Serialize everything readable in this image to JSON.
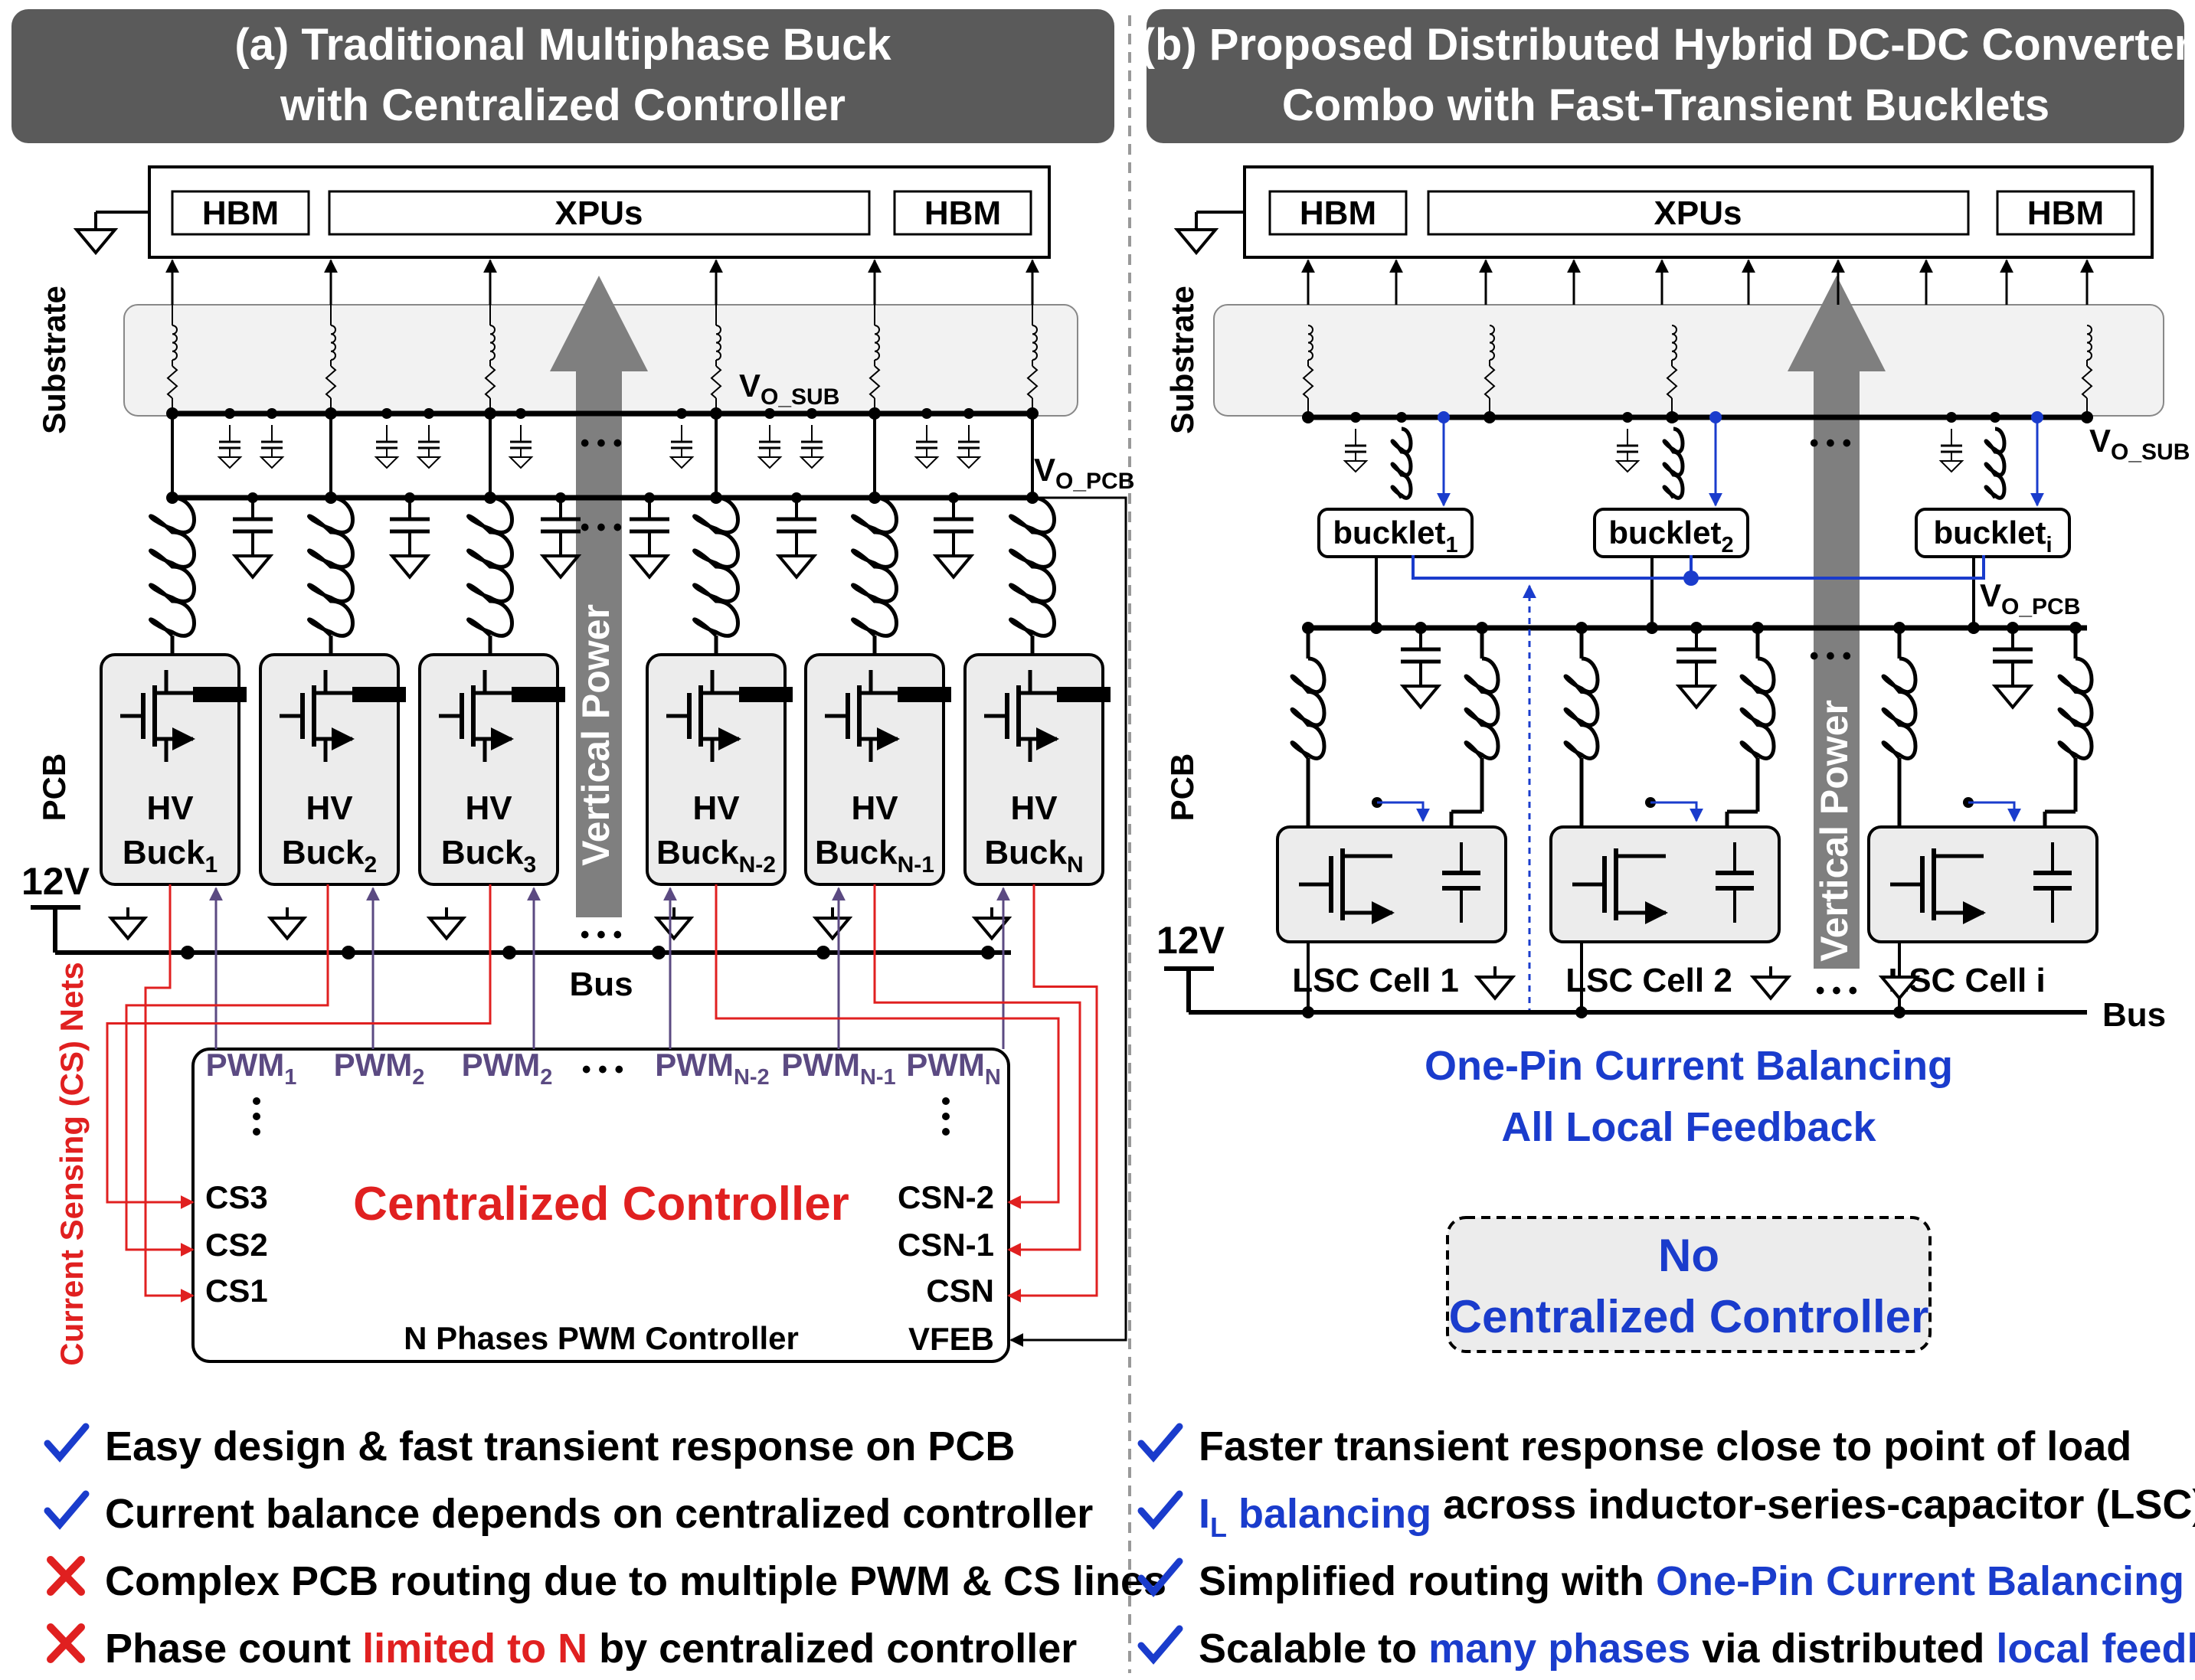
{
  "left": {
    "title_line1": "(a) Traditional Multiphase Buck",
    "title_line2": "with Centralized Controller",
    "chip": {
      "hbm_left": "HBM",
      "xpus": "XPUs",
      "hbm_right": "HBM"
    },
    "substrate_label": "Substrate",
    "pcb_label": "PCB",
    "v12_label": "12V",
    "vo_sub": {
      "main": "V",
      "sub": "O_SUB"
    },
    "vo_pcb": {
      "main": "V",
      "sub": "O_PCB"
    },
    "vertical_power": "Vertical Power",
    "bus_label": "Bus",
    "cs_nets_label": "Current Sensing  (CS) Nets",
    "ellipsis": "• • •",
    "bucks": [
      {
        "hv": "HV",
        "name": "Buck",
        "sub": "1"
      },
      {
        "hv": "HV",
        "name": "Buck",
        "sub": "2"
      },
      {
        "hv": "HV",
        "name": "Buck",
        "sub": "3"
      },
      {
        "hv": "HV",
        "name": "Buck",
        "sub": "N-2"
      },
      {
        "hv": "HV",
        "name": "Buck",
        "sub": "N-1"
      },
      {
        "hv": "HV",
        "name": "Buck",
        "sub": "N"
      }
    ],
    "controller": {
      "title": "Centralized Controller",
      "subtitle": "N Phases PWM Controller",
      "pwm": [
        {
          "main": "PWM",
          "sub": "1"
        },
        {
          "main": "PWM",
          "sub": "2"
        },
        {
          "main": "PWM",
          "sub": "2"
        },
        {
          "main": "PWM",
          "sub": "N-2"
        },
        {
          "main": "PWM",
          "sub": "N-1"
        },
        {
          "main": "PWM",
          "sub": "N"
        }
      ],
      "cs_left": [
        "CS3",
        "CS2",
        "CS1"
      ],
      "cs_right": [
        "CSN-2",
        "CSN-1",
        "CSN"
      ],
      "vfeb": "VFEB"
    },
    "bullets": [
      {
        "mark": "check",
        "parts": [
          {
            "text": "Easy design & fast transient response on PCB",
            "color": "#000000"
          }
        ]
      },
      {
        "mark": "check",
        "parts": [
          {
            "text": "Current balance depends on centralized controller",
            "color": "#000000"
          }
        ]
      },
      {
        "mark": "cross",
        "parts": [
          {
            "text": "Complex PCB routing due to multiple PWM & CS lines",
            "color": "#000000"
          }
        ]
      },
      {
        "mark": "cross",
        "parts": [
          {
            "text": "Phase count ",
            "color": "#000000"
          },
          {
            "text": "limited to N",
            "color": "#e02020"
          },
          {
            "text": " by centralized controller",
            "color": "#000000"
          }
        ]
      }
    ]
  },
  "right": {
    "title_line1": "(b) Proposed Distributed Hybrid DC-DC Converter",
    "title_line2": "Combo with Fast-Transient Bucklets",
    "chip": {
      "hbm_left": "HBM",
      "xpus": "XPUs",
      "hbm_right": "HBM"
    },
    "substrate_label": "Substrate",
    "pcb_label": "PCB",
    "v12_label": "12V",
    "vo_sub": {
      "main": "V",
      "sub": "O_SUB"
    },
    "vo_pcb": {
      "main": "V",
      "sub": "O_PCB"
    },
    "vertical_power": "Vertical Power",
    "bus_label": "Bus",
    "ellipsis": "• • •",
    "bucklets": [
      {
        "name": "bucklet",
        "sub": "1"
      },
      {
        "name": "bucklet",
        "sub": "2"
      },
      {
        "name": "bucklet",
        "sub": "i"
      }
    ],
    "lsc_cells": [
      "LSC Cell 1",
      "LSC Cell 2",
      "LSC Cell i"
    ],
    "cb_line1": "One-Pin Current Balancing",
    "cb_line2": "All Local Feedback",
    "no_ctrl_line1": "No",
    "no_ctrl_line2": "Centralized Controller",
    "bullets": [
      {
        "mark": "check",
        "parts": [
          {
            "text": "Faster transient response close to point of load",
            "color": "#000000"
          }
        ]
      },
      {
        "mark": "check",
        "parts": [
          {
            "text": "I",
            "color": "#1a3ccc"
          },
          {
            "text": "L",
            "color": "#1a3ccc",
            "sub": true
          },
          {
            "text": " balancing",
            "color": "#1a3ccc"
          },
          {
            "text": " across inductor-series-capacitor (LSC) cells",
            "color": "#000000"
          }
        ]
      },
      {
        "mark": "check",
        "parts": [
          {
            "text": "Simplified routing with ",
            "color": "#000000"
          },
          {
            "text": "One-Pin Current Balancing (CB)",
            "color": "#1a3ccc"
          }
        ]
      },
      {
        "mark": "check",
        "parts": [
          {
            "text": "Scalable to ",
            "color": "#000000"
          },
          {
            "text": "many phases",
            "color": "#1a3ccc"
          },
          {
            "text": " via distributed ",
            "color": "#000000"
          },
          {
            "text": "local feedback",
            "color": "#1a3ccc"
          }
        ]
      }
    ]
  },
  "colors": {
    "title_bg": "#5a5a5a",
    "title_text": "#ffffff",
    "arrow_gray": "#7f7f7f",
    "cs_red": "#e02020",
    "pwm_purple": "#5b4a82",
    "blue": "#1a3ccc",
    "box_fill": "#ececec",
    "substrate_fill": "#f2f2f2"
  }
}
